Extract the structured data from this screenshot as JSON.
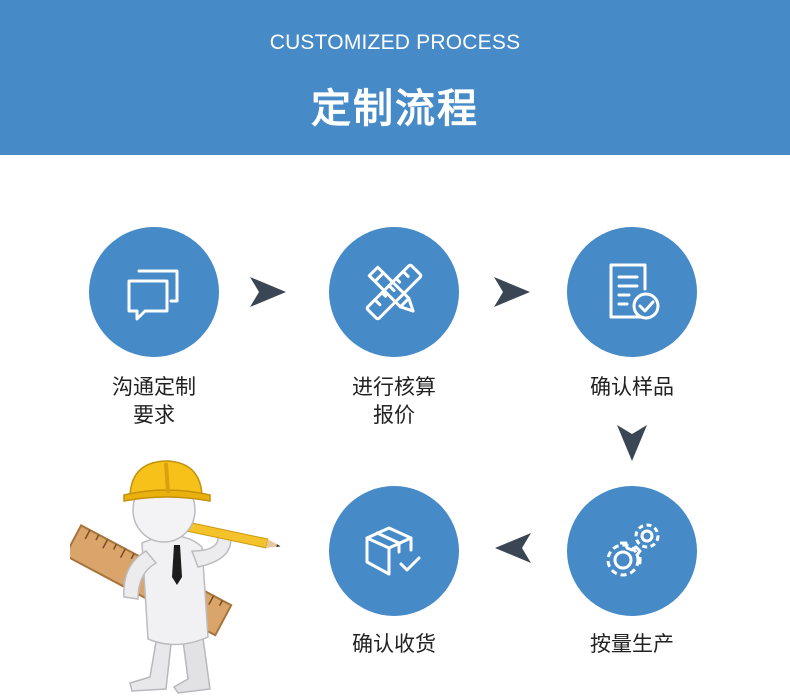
{
  "header": {
    "subtitle": "CUSTOMIZED PROCESS",
    "title": "定制流程"
  },
  "colors": {
    "accent": "#468ac8",
    "arrow": "#3b4654",
    "text": "#222222"
  },
  "steps": [
    {
      "icon": "chat-bubbles-icon",
      "line1": "沟通定制",
      "line2": "要求"
    },
    {
      "icon": "pencil-ruler-icon",
      "line1": "进行核算",
      "line2": "报价"
    },
    {
      "icon": "document-check-icon",
      "line1": "确认样品",
      "line2": ""
    },
    {
      "icon": "gears-icon",
      "line1": "按量生产",
      "line2": ""
    },
    {
      "icon": "package-check-icon",
      "line1": "确认收货",
      "line2": ""
    }
  ]
}
